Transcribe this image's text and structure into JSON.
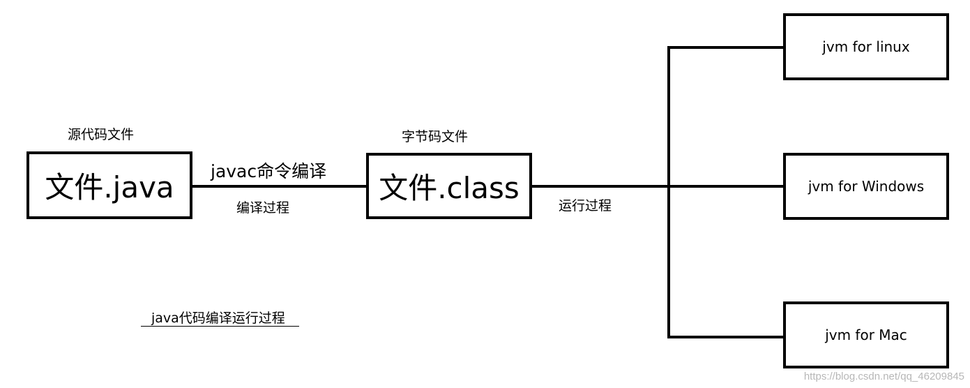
{
  "nodes": {
    "source_file": {
      "caption": "源代码文件",
      "text": "文件.java"
    },
    "class_file": {
      "caption": "字节码文件",
      "text": "文件.class"
    },
    "jvm_linux": {
      "text": "jvm for linux"
    },
    "jvm_windows": {
      "text": "jvm for Windows"
    },
    "jvm_mac": {
      "text": "jvm for Mac"
    }
  },
  "edges": {
    "compile": {
      "label": "javac命令编译",
      "sublabel": "编译过程"
    },
    "run": {
      "label": "运行过程"
    }
  },
  "caption": "java代码编译运行过程",
  "watermark": "https://blog.csdn.net/qq_46209845"
}
